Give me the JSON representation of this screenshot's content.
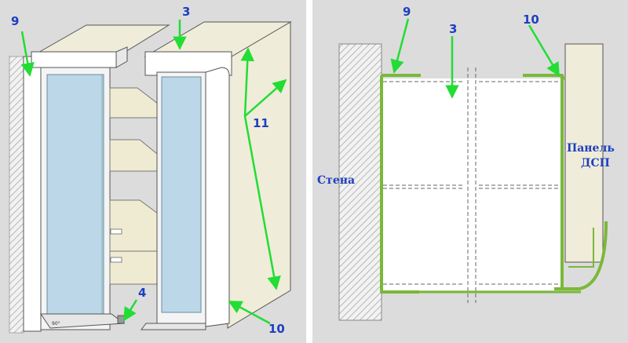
{
  "left_panel": {
    "callouts": {
      "profile_9": "9",
      "profile_3": "3",
      "profile_4": "4",
      "profile_11": "11",
      "profile_10": "10"
    },
    "angle_mark": "90°"
  },
  "right_panel": {
    "callouts": {
      "profile_9": "9",
      "profile_3": "3",
      "profile_10": "10"
    },
    "wall_label": "Стена",
    "panel_label_line1": "Панель",
    "panel_label_line2": "ДСП"
  },
  "colors": {
    "background_panel": "#dcdcdc",
    "label_blue": "#1f3fbf",
    "arrow_green": "#22dd33",
    "profile_green": "#7ab83a",
    "glass": "#bcd8e8",
    "panel_board": "#efecd9",
    "shelf": "#efebd2"
  }
}
